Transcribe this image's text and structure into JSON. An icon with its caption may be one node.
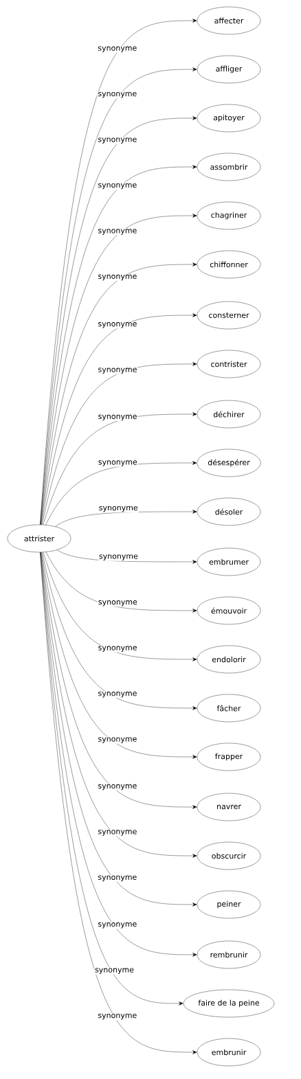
{
  "diagram": {
    "nodes": [
      {
        "text": [
          "attrister"
        ]
      },
      {
        "text": [
          "affecter"
        ]
      },
      {
        "text": [
          "affliger"
        ]
      },
      {
        "text": [
          "apitoyer"
        ]
      },
      {
        "text": [
          "assombrir"
        ]
      },
      {
        "text": [
          "chagriner"
        ]
      },
      {
        "text": [
          "chiffonner"
        ]
      },
      {
        "text": [
          "consterner"
        ]
      },
      {
        "text": [
          "contrister"
        ]
      },
      {
        "text": [
          "déchirer"
        ]
      },
      {
        "text": [
          "désespérer"
        ]
      },
      {
        "text": [
          "désoler"
        ]
      },
      {
        "text": [
          "embrumer"
        ]
      },
      {
        "text": [
          "émouvoir"
        ]
      },
      {
        "text": [
          "endolorir"
        ]
      },
      {
        "text": [
          "fâcher"
        ]
      },
      {
        "text": [
          "frapper"
        ]
      },
      {
        "text": [
          "navrer"
        ]
      },
      {
        "text": [
          "obscurcir"
        ]
      },
      {
        "text": [
          "peiner"
        ]
      },
      {
        "text": [
          "rembrunir"
        ]
      },
      {
        "text": [
          "faire de la peine"
        ]
      },
      {
        "text": [
          "embrunir"
        ]
      }
    ],
    "edges": [
      {
        "from": 0,
        "to": 1,
        "arrow": "to",
        "label": "synonyme"
      },
      {
        "from": 0,
        "to": 2,
        "arrow": "to",
        "label": "synonyme"
      },
      {
        "from": 0,
        "to": 3,
        "arrow": "to",
        "label": "synonyme"
      },
      {
        "from": 0,
        "to": 4,
        "arrow": "to",
        "label": "synonyme"
      },
      {
        "from": 0,
        "to": 5,
        "arrow": "to",
        "label": "synonyme"
      },
      {
        "from": 0,
        "to": 6,
        "arrow": "to",
        "label": "synonyme"
      },
      {
        "from": 0,
        "to": 7,
        "arrow": "to",
        "label": "synonyme"
      },
      {
        "from": 0,
        "to": 8,
        "arrow": "to",
        "label": "synonyme"
      },
      {
        "from": 0,
        "to": 9,
        "arrow": "to",
        "label": "synonyme"
      },
      {
        "from": 0,
        "to": 10,
        "arrow": "to",
        "label": "synonyme"
      },
      {
        "from": 0,
        "to": 11,
        "arrow": "to",
        "label": "synonyme"
      },
      {
        "from": 0,
        "to": 12,
        "arrow": "to",
        "label": "synonyme"
      },
      {
        "from": 0,
        "to": 13,
        "arrow": "to",
        "label": "synonyme"
      },
      {
        "from": 0,
        "to": 14,
        "arrow": "to",
        "label": "synonyme"
      },
      {
        "from": 0,
        "to": 15,
        "arrow": "to",
        "label": "synonyme"
      },
      {
        "from": 0,
        "to": 16,
        "arrow": "to",
        "label": "synonyme"
      },
      {
        "from": 0,
        "to": 17,
        "arrow": "to",
        "label": "synonyme"
      },
      {
        "from": 0,
        "to": 18,
        "arrow": "to",
        "label": "synonyme"
      },
      {
        "from": 0,
        "to": 19,
        "arrow": "to",
        "label": "synonyme"
      },
      {
        "from": 0,
        "to": 20,
        "arrow": "to",
        "label": "synonyme"
      },
      {
        "from": 0,
        "to": 21,
        "arrow": "to",
        "label": "synonyme"
      },
      {
        "from": 0,
        "to": 22,
        "arrow": "to",
        "label": "synonyme"
      }
    ]
  }
}
